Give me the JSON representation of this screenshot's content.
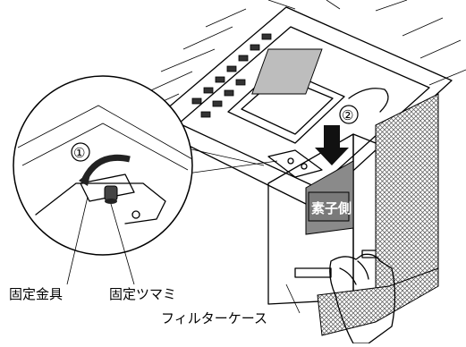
{
  "labels": {
    "fixing_bracket": "固定金具",
    "fixing_knob": "固定ツマミ",
    "filter_case": "フィルターケース",
    "element_side": "素子側"
  },
  "steps": {
    "step1": "①",
    "step2": "②"
  },
  "colors": {
    "line": "#000000",
    "shade": "#8a8a8a",
    "arrow": "#111111",
    "mesh": "#555555"
  }
}
